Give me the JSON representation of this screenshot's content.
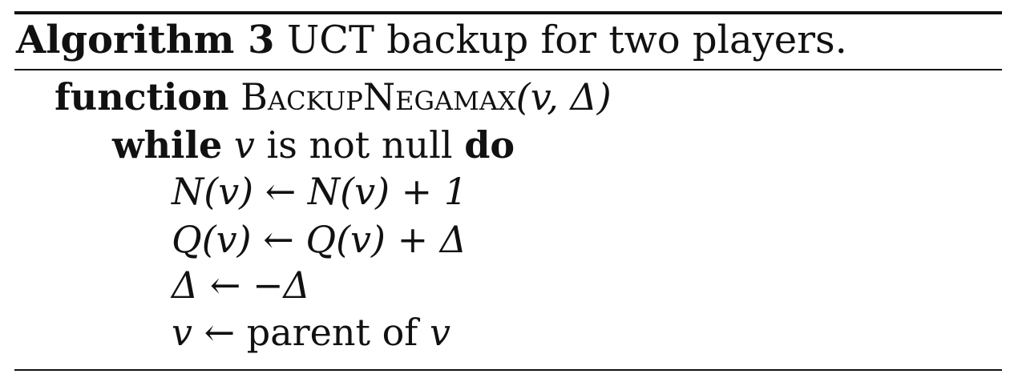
{
  "caption": {
    "label": "Algorithm 3",
    "text": "UCT backup for two players."
  },
  "lines": {
    "l1": {
      "keyword": "function",
      "name": "BackupNegamax",
      "args": "(v, Δ)"
    },
    "l2": {
      "keyword_while": "while",
      "var": "v",
      "condition": "is not null",
      "keyword_do": "do"
    },
    "l3": "N(v) ← N(v) + 1",
    "l4": "Q(v) ← Q(v) + Δ",
    "l5": "Δ ← −Δ",
    "l6": {
      "var": "v",
      "arrow": "←",
      "text": "parent of",
      "var2": "v"
    }
  }
}
